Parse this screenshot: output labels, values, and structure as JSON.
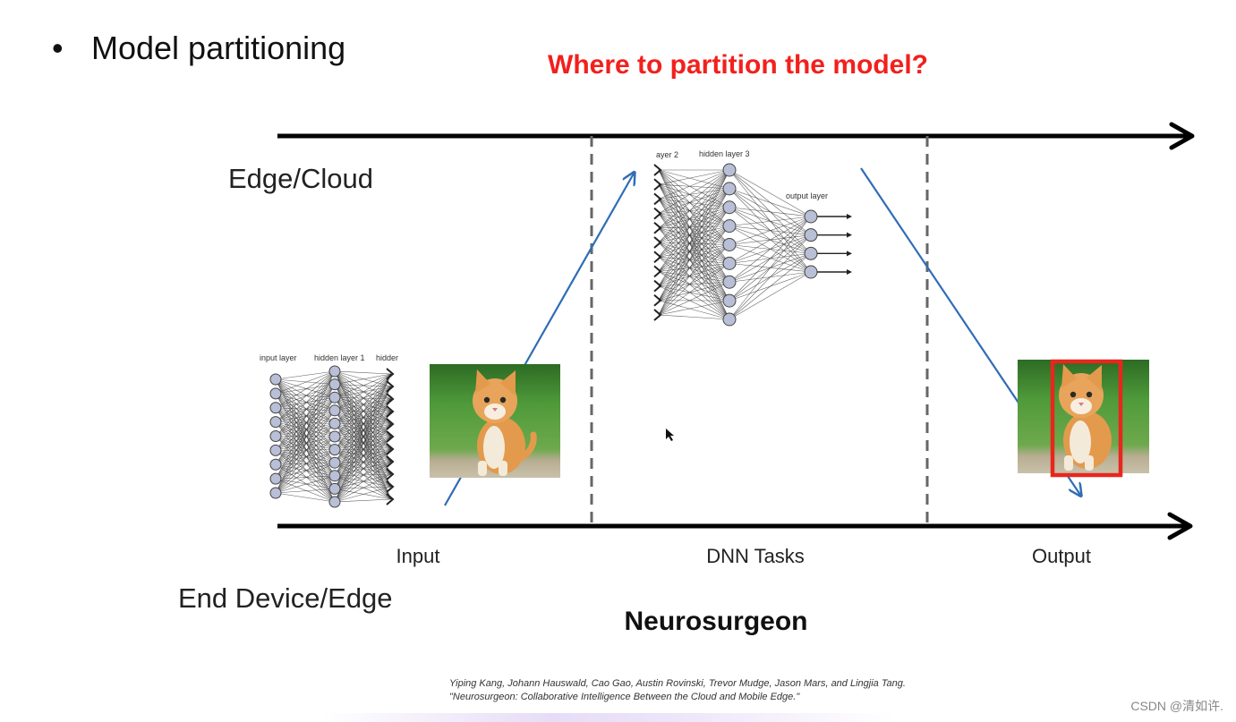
{
  "slide": {
    "bullet": "•",
    "title": "Model partitioning",
    "question": "Where to partition the model?"
  },
  "lanes": {
    "top": "Edge/Cloud",
    "bottom": "End Device/Edge"
  },
  "stages": {
    "input": "Input",
    "dnn": "DNN Tasks",
    "output": "Output"
  },
  "method": "Neurosurgeon",
  "citation": {
    "line1": "Yiping Kang, Johann Hauswald, Cao Gao, Austin Rovinski, Trevor Mudge, Jason Mars, and Lingjia Tang.",
    "line2": "\"Neurosurgeon: Collaborative Intelligence Between the Cloud and Mobile Edge.\""
  },
  "nn_device": {
    "layer_labels": [
      "input layer",
      "hidden layer 1",
      "hidder"
    ]
  },
  "nn_cloud": {
    "layer_labels": [
      "ayer 2",
      "hidden layer 3",
      "output layer"
    ]
  },
  "watermark": "CSDN @清如许.",
  "colors": {
    "question": "#f2201c",
    "arrow_blue": "#2f6db5",
    "bbox_red": "#e8261d",
    "node_fill": "#b8bfd6"
  }
}
